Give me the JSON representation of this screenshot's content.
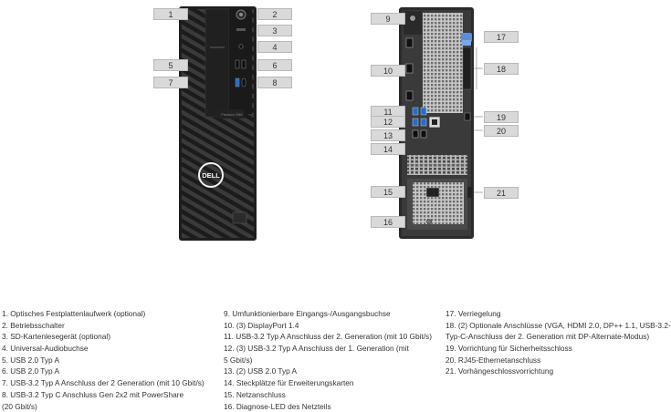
{
  "callouts": [
    "1",
    "2",
    "3",
    "4",
    "5",
    "6",
    "7",
    "8",
    "9",
    "10",
    "11",
    "12",
    "13",
    "14",
    "15",
    "16",
    "17",
    "18",
    "19",
    "20",
    "21"
  ],
  "front_logo": "DELL",
  "front_model": "Precision 3460",
  "legend": {
    "col1": [
      "1. Optisches Festplattenlaufwerk (optional)",
      "2. Betriebsschalter",
      "3. SD-Kartenlesegerät (optional)",
      "4. Universal-Audiobuchse",
      "5. USB 2.0 Typ A",
      "6. USB 2.0 Typ A",
      "7. USB-3.2 Typ A Anschluss der 2 Generation (mit 10 Gbit/s)",
      "8. USB-3.2 Typ C Anschluss Gen 2x2 mit PowerShare",
      "(20 Gbit/s)"
    ],
    "col2": [
      "9. Umfunktionierbare Eingangs-/Ausgangsbuchse",
      "10. (3) DisplayPort 1.4",
      "11. USB-3.2 Typ A Anschluss der 2. Generation (mit 10 Gbit/s)",
      "12. (3) USB-3.2 Typ A Anschluss der 1. Generation (mit",
      "5 Gbit/s)",
      "13. (2) USB 2.0 Typ A",
      "14. Steckplätze für Erweiterungskarten",
      "15. Netzanschluss",
      "16. Diagnose-LED des Netzteils"
    ],
    "col3": [
      "17. Verriegelung",
      "18. (2) Optionale Anschlüsse (VGA, HDMI 2.0, DP++ 1.1, USB-3.2-",
      "Typ-C-Anschluss der 2. Generation mit DP-Alternate-Modus)",
      "19. Vorrichtung für Sicherheitsschloss",
      "20. RJ45-Ethernetanschluss",
      "21. Vorhängeschlossvorrichtung"
    ]
  }
}
